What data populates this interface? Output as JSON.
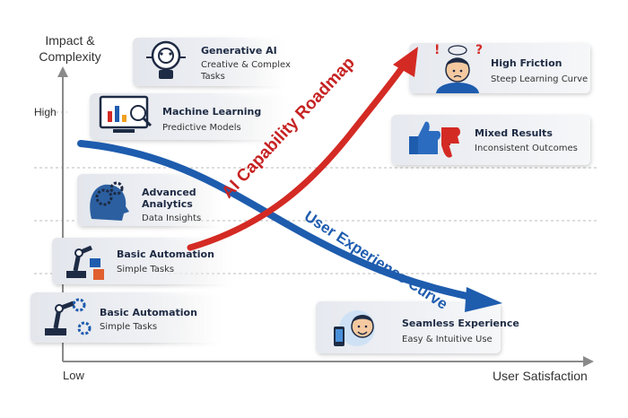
{
  "axes": {
    "y_label_line1": "Impact &",
    "y_label_line2": "Complexity",
    "y_high": "High",
    "x_low": "Low",
    "x_label": "User Satisfaction"
  },
  "arrows": {
    "ai_roadmap": "AI Capability Roadmap",
    "ux_curve": "User Experience Curve"
  },
  "cards": {
    "generative_ai": {
      "title": "Generative AI",
      "subtitle_line1": "Creative & Complex",
      "subtitle_line2": "Tasks",
      "icon": "robot-head-icon"
    },
    "machine_learning": {
      "title": "Machine Learning",
      "subtitle": "Predictive Models",
      "icon": "monitor-chart-icon"
    },
    "advanced_analytics": {
      "title_line1": "Advanced",
      "title_line2": "Analytics",
      "subtitle": "Data Insights",
      "icon": "head-gears-icon"
    },
    "basic_automation_upper": {
      "title": "Basic Automation",
      "subtitle": "Simple Tasks",
      "icon": "robot-arm-icon"
    },
    "basic_automation_lower": {
      "title": "Basic Automation",
      "subtitle": "Simple Tasks",
      "icon": "robot-arm-icon"
    },
    "high_friction": {
      "title": "High Friction",
      "subtitle": "Steep Learning Curve",
      "icon": "stressed-person-icon"
    },
    "mixed_results": {
      "title": "Mixed Results",
      "subtitle": "Inconsistent Outcomes",
      "icon": "thumbs-up-down-icon"
    },
    "seamless_experience": {
      "title": "Seamless Experience",
      "subtitle": "Easy & Intuitive Use",
      "icon": "happy-person-phone-icon"
    }
  },
  "colors": {
    "ai_arrow": "#d42a24",
    "ux_arrow": "#1e5cae",
    "axis": "#8a8a8a",
    "card_bg": "#eef0f4",
    "title_text": "#1e2b44"
  }
}
